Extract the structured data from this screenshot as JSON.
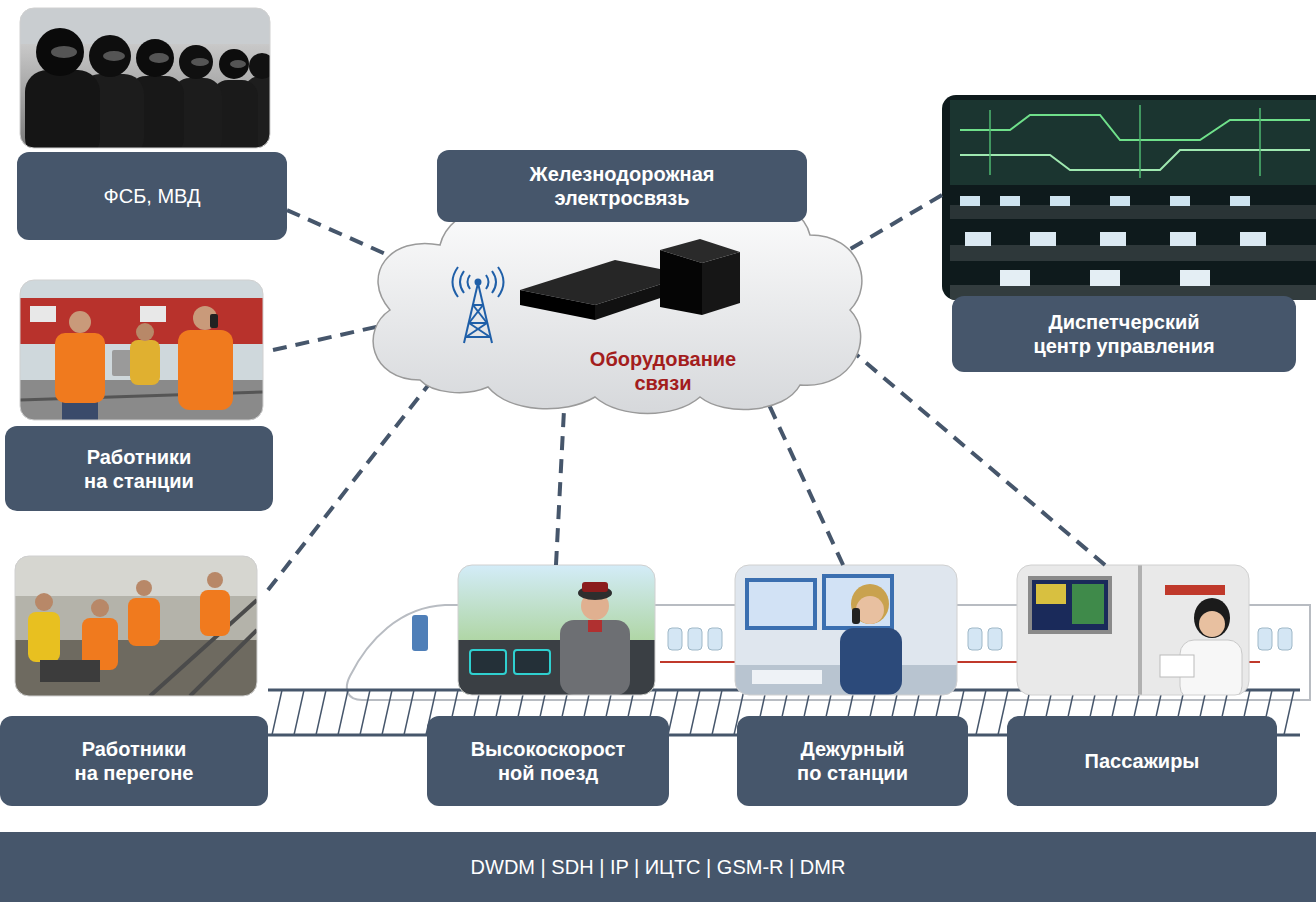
{
  "diagram": {
    "nodes": [
      {
        "text": [
          "ФСБ, МВД"
        ]
      },
      {
        "text": [
          "Железнодорожная электросвязь"
        ]
      },
      {
        "text": [
          "Оборудование связи"
        ]
      },
      {
        "text": [
          "Диспетчерский центр управления"
        ]
      },
      {
        "text": [
          "Работники на станции"
        ]
      },
      {
        "text": [
          "Работники на перегоне"
        ]
      },
      {
        "text": [
          "Высокоскорост ной поезд"
        ]
      },
      {
        "text": [
          "Дежурный по станции"
        ]
      },
      {
        "text": [
          "Пассажиры"
        ]
      },
      {
        "text": [
          "DWDM | SDH | IP | ИЦТС | GSM-R | DMR"
        ]
      }
    ],
    "edges": [
      {
        "from": 0,
        "to": 2,
        "arrow": "none"
      },
      {
        "from": 3,
        "to": 2,
        "arrow": "none"
      },
      {
        "from": 4,
        "to": 2,
        "arrow": "none"
      },
      {
        "from": 5,
        "to": 2,
        "arrow": "none"
      },
      {
        "from": 6,
        "to": 2,
        "arrow": "none"
      },
      {
        "from": 7,
        "to": 2,
        "arrow": "none"
      },
      {
        "from": 8,
        "to": 2,
        "arrow": "none"
      }
    ]
  }
}
